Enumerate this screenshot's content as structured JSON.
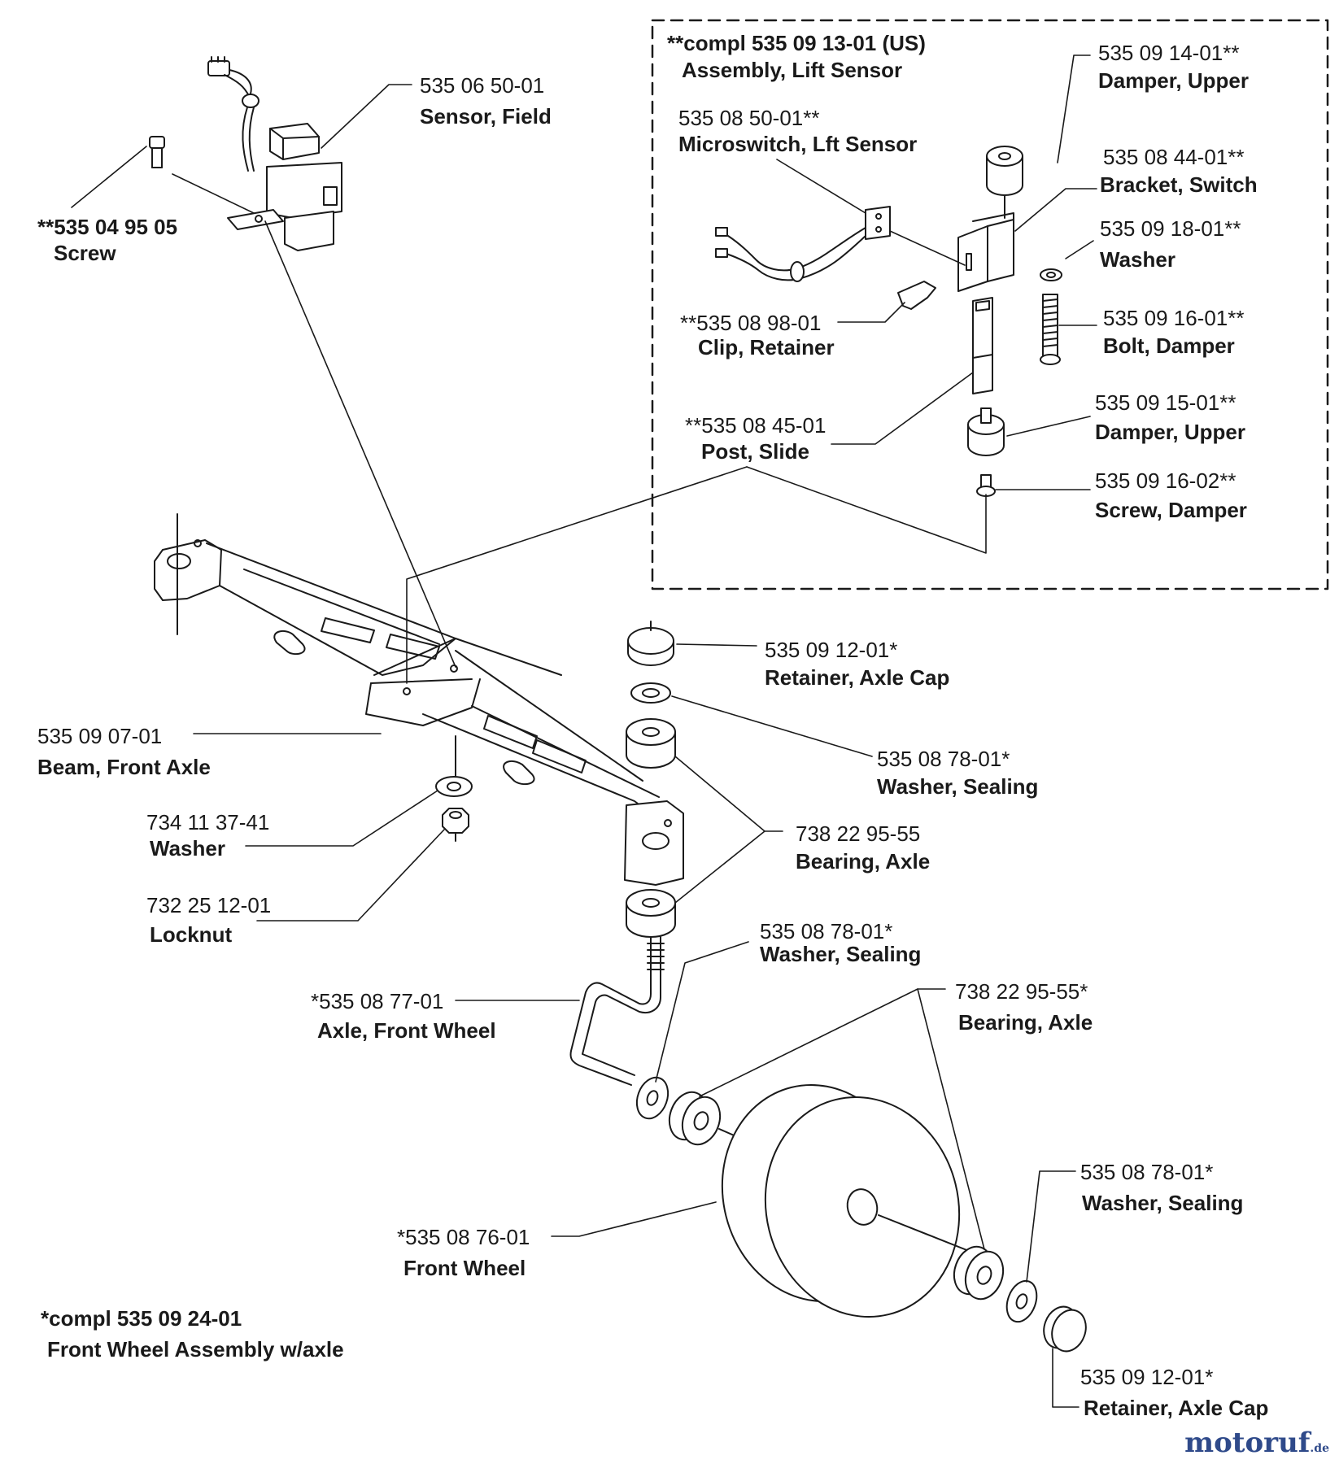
{
  "subassembly": {
    "title": "**compl 535 09 13-01 (US)",
    "subtitle": "Assembly, Lift Sensor"
  },
  "main_assembly": {
    "title": "*compl 535 09 24-01",
    "subtitle": "Front Wheel Assembly w/axle"
  },
  "parts": [
    {
      "id": "sensor-field",
      "number": "535 06 50-01",
      "name": "Sensor, Field"
    },
    {
      "id": "screw",
      "number": "**535 04 95 05",
      "name": "Screw"
    },
    {
      "id": "damper-upper-top",
      "number": "535 09 14-01**",
      "name": "Damper, Upper"
    },
    {
      "id": "microswitch",
      "number": "535 08 50-01**",
      "name": "Microswitch, Lft Sensor"
    },
    {
      "id": "bracket-switch",
      "number": "535 08 44-01**",
      "name": "Bracket, Switch"
    },
    {
      "id": "washer-lift",
      "number": "535 09 18-01**",
      "name": "Washer"
    },
    {
      "id": "clip-retainer",
      "number": "**535 08 98-01",
      "name": "Clip, Retainer"
    },
    {
      "id": "bolt-damper",
      "number": "535 09 16-01**",
      "name": "Bolt, Damper"
    },
    {
      "id": "post-slide",
      "number": "**535 08 45-01",
      "name": "Post, Slide"
    },
    {
      "id": "damper-upper-lower",
      "number": "535 09 15-01**",
      "name": "Damper, Upper"
    },
    {
      "id": "screw-damper",
      "number": "535 09 16-02**",
      "name": "Screw, Damper"
    },
    {
      "id": "retainer-axle-cap-top",
      "number": "535 09 12-01*",
      "name": "Retainer, Axle Cap"
    },
    {
      "id": "washer-sealing-top",
      "number": "535 08 78-01*",
      "name": "Washer, Sealing"
    },
    {
      "id": "beam-front-axle",
      "number": "535 09 07-01",
      "name": "Beam, Front Axle"
    },
    {
      "id": "bearing-axle-top",
      "number": "738 22 95-55",
      "name": "Bearing, Axle"
    },
    {
      "id": "washer",
      "number": "734 11 37-41",
      "name": "Washer"
    },
    {
      "id": "locknut",
      "number": "732 25 12-01",
      "name": "Locknut"
    },
    {
      "id": "washer-sealing-mid",
      "number": "535 08 78-01*",
      "name": "Washer, Sealing"
    },
    {
      "id": "axle-front-wheel",
      "number": "*535 08 77-01",
      "name": "Axle, Front Wheel"
    },
    {
      "id": "bearing-axle-wheel",
      "number": "738 22 95-55*",
      "name": "Bearing, Axle"
    },
    {
      "id": "front-wheel",
      "number": "*535 08 76-01",
      "name": "Front Wheel"
    },
    {
      "id": "washer-sealing-bottom",
      "number": "535 08 78-01*",
      "name": "Washer, Sealing"
    },
    {
      "id": "retainer-axle-cap-bottom",
      "number": "535 09 12-01*",
      "name": "Retainer, Axle Cap"
    }
  ],
  "watermark": {
    "main": "motoruf",
    "suffix": ".de"
  },
  "colors": {
    "line": "#1a1a1a",
    "text": "#1a1a1a",
    "part_fill": "#ffffff",
    "watermark": "#2f4a8a"
  }
}
